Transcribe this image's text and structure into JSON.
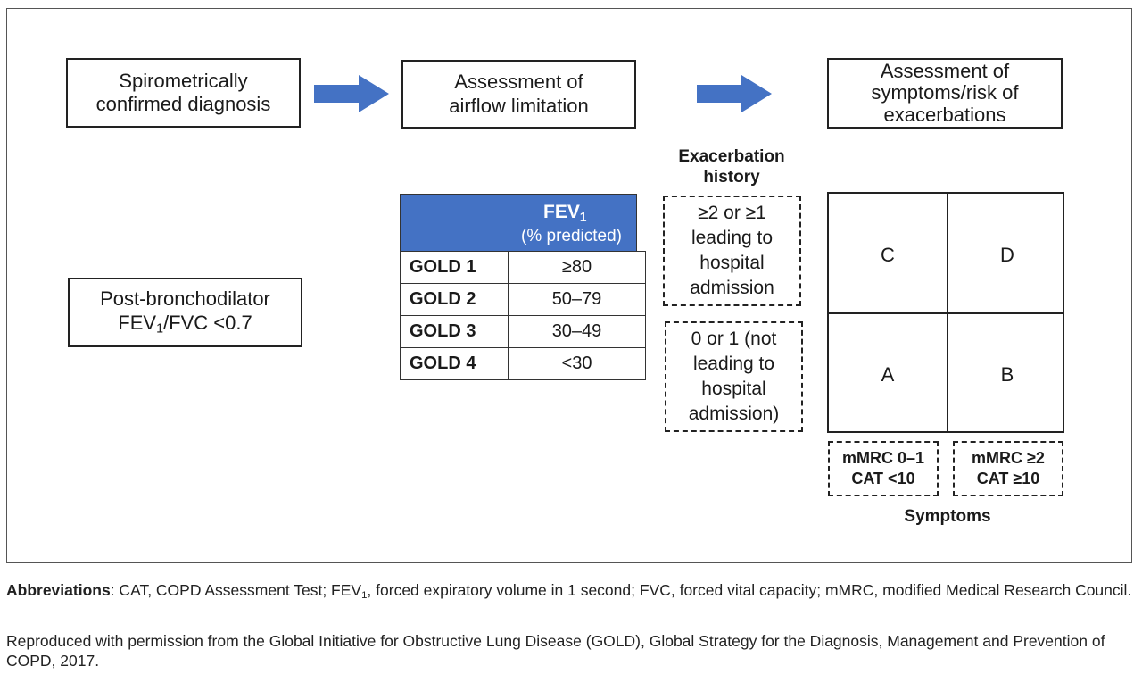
{
  "top_boxes": {
    "diagnosis": "Spirometrically\nconfirmed diagnosis",
    "airflow": "Assessment of\nairflow limitation",
    "symptoms": "Assessment of\nsymptoms/risk of\nexacerbations"
  },
  "post_bd": {
    "line1": "Post-bronchodilator",
    "line2_pre": "FEV",
    "line2_sub": "1",
    "line2_post": "/FVC <0.7"
  },
  "gold_table": {
    "header_title": "FEV",
    "header_sub": "1",
    "header_unit": "(% predicted)",
    "rows": [
      {
        "grade": "GOLD 1",
        "value": "≥80"
      },
      {
        "grade": "GOLD 2",
        "value": "50–79"
      },
      {
        "grade": "GOLD 3",
        "value": "30–49"
      },
      {
        "grade": "GOLD 4",
        "value": "<30"
      }
    ]
  },
  "exacerbation": {
    "label": "Exacerbation\nhistory",
    "high": "≥2 or ≥1\nleading to\nhospital\nadmission",
    "low": "0 or 1 (not\nleading to\nhospital\nadmission)"
  },
  "groups": {
    "c": "C",
    "d": "D",
    "a": "A",
    "b": "B"
  },
  "symptom_bins": {
    "low": "mMRC 0–1\nCAT <10",
    "high": "mMRC ≥2\nCAT ≥10",
    "label": "Symptoms"
  },
  "footnote": {
    "abbr_label": "Abbreviations",
    "abbr_text_1": ": CAT, COPD Assessment Test; FEV",
    "abbr_sub": "1",
    "abbr_text_2": ", forced expiratory volume in 1 second; FVC, forced vital capacity; mMRC, modified Medical Research Council.",
    "source": "Reproduced with permission from the Global Initiative for Obstructive Lung Disease (GOLD), Global Strategy for the Diagnosis, Management and Prevention of COPD, 2017."
  },
  "colors": {
    "arrow": "#4472c4",
    "table_header": "#4472c4"
  }
}
